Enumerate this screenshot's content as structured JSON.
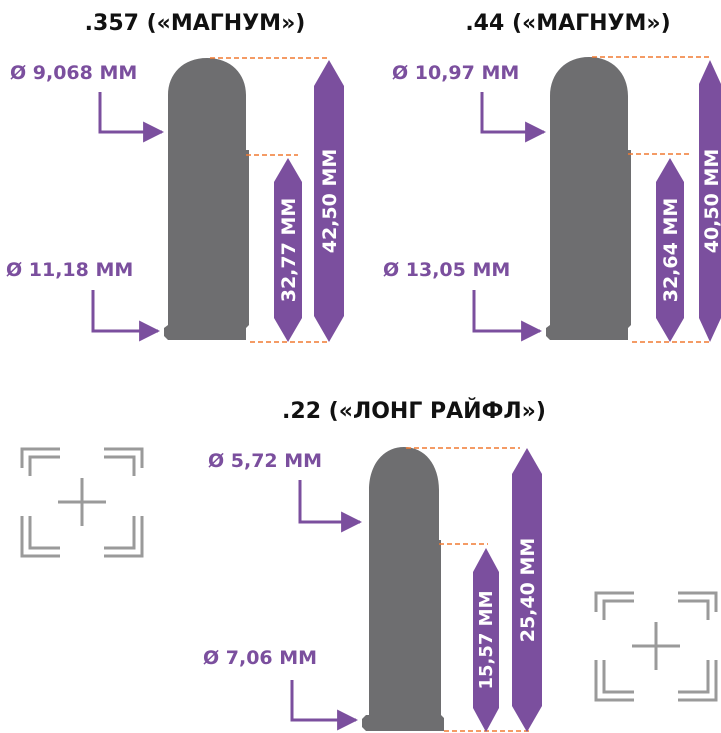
{
  "colors": {
    "accent": "#7b4f9e",
    "bullet": "#6e6e70",
    "dashed": "#f07a32",
    "title": "#111111",
    "frame": "#9a9a9a"
  },
  "cartridges": [
    {
      "title": ".357 («МАГНУМ»)",
      "bullet_diameter": "Ø 9,068 ММ",
      "case_diameter": "Ø 11,18 ММ",
      "case_length": "32,77 ММ",
      "total_length": "42,50 ММ"
    },
    {
      "title": ".44 («МАГНУМ»)",
      "bullet_diameter": "Ø 10,97 ММ",
      "case_diameter": "Ø 13,05 ММ",
      "case_length": "32,64 ММ",
      "total_length": "40,50 ММ"
    },
    {
      "title": ".22 («ЛОНГ РАЙФЛ»)",
      "bullet_diameter": "Ø 5,72 ММ",
      "case_diameter": "Ø 7,06 ММ",
      "case_length": "15,57 ММ",
      "total_length": "25,40 ММ"
    }
  ],
  "icons": [
    "crosshair-frame-icon",
    "crosshair-frame-icon"
  ]
}
